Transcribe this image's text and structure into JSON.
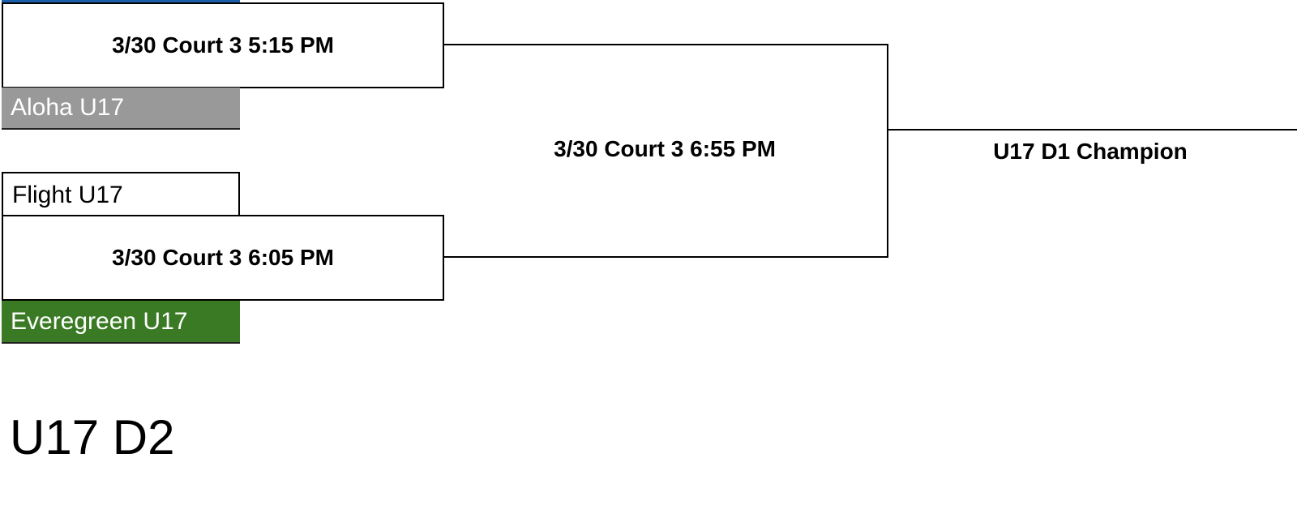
{
  "bracket": {
    "round1": [
      {
        "label": "3/30 Court 3 5:15 PM"
      },
      {
        "label": "3/30 Court 3 6:05 PM"
      }
    ],
    "final": {
      "label": "3/30 Court 3 6:55 PM"
    },
    "champion": {
      "label": "U17 D1 Champion"
    },
    "teams": [
      {
        "name": "Aloha U17",
        "fill": "#999999",
        "text_color": "#ffffff"
      },
      {
        "name": "Flight U17",
        "fill": "#ffffff",
        "text_color": "#000000"
      },
      {
        "name": "Everegreen U17",
        "fill": "#3a7a24",
        "text_color": "#ffffff"
      }
    ],
    "top_team_fill": "#1a5fa8"
  },
  "next_division": {
    "title": "U17 D2"
  }
}
